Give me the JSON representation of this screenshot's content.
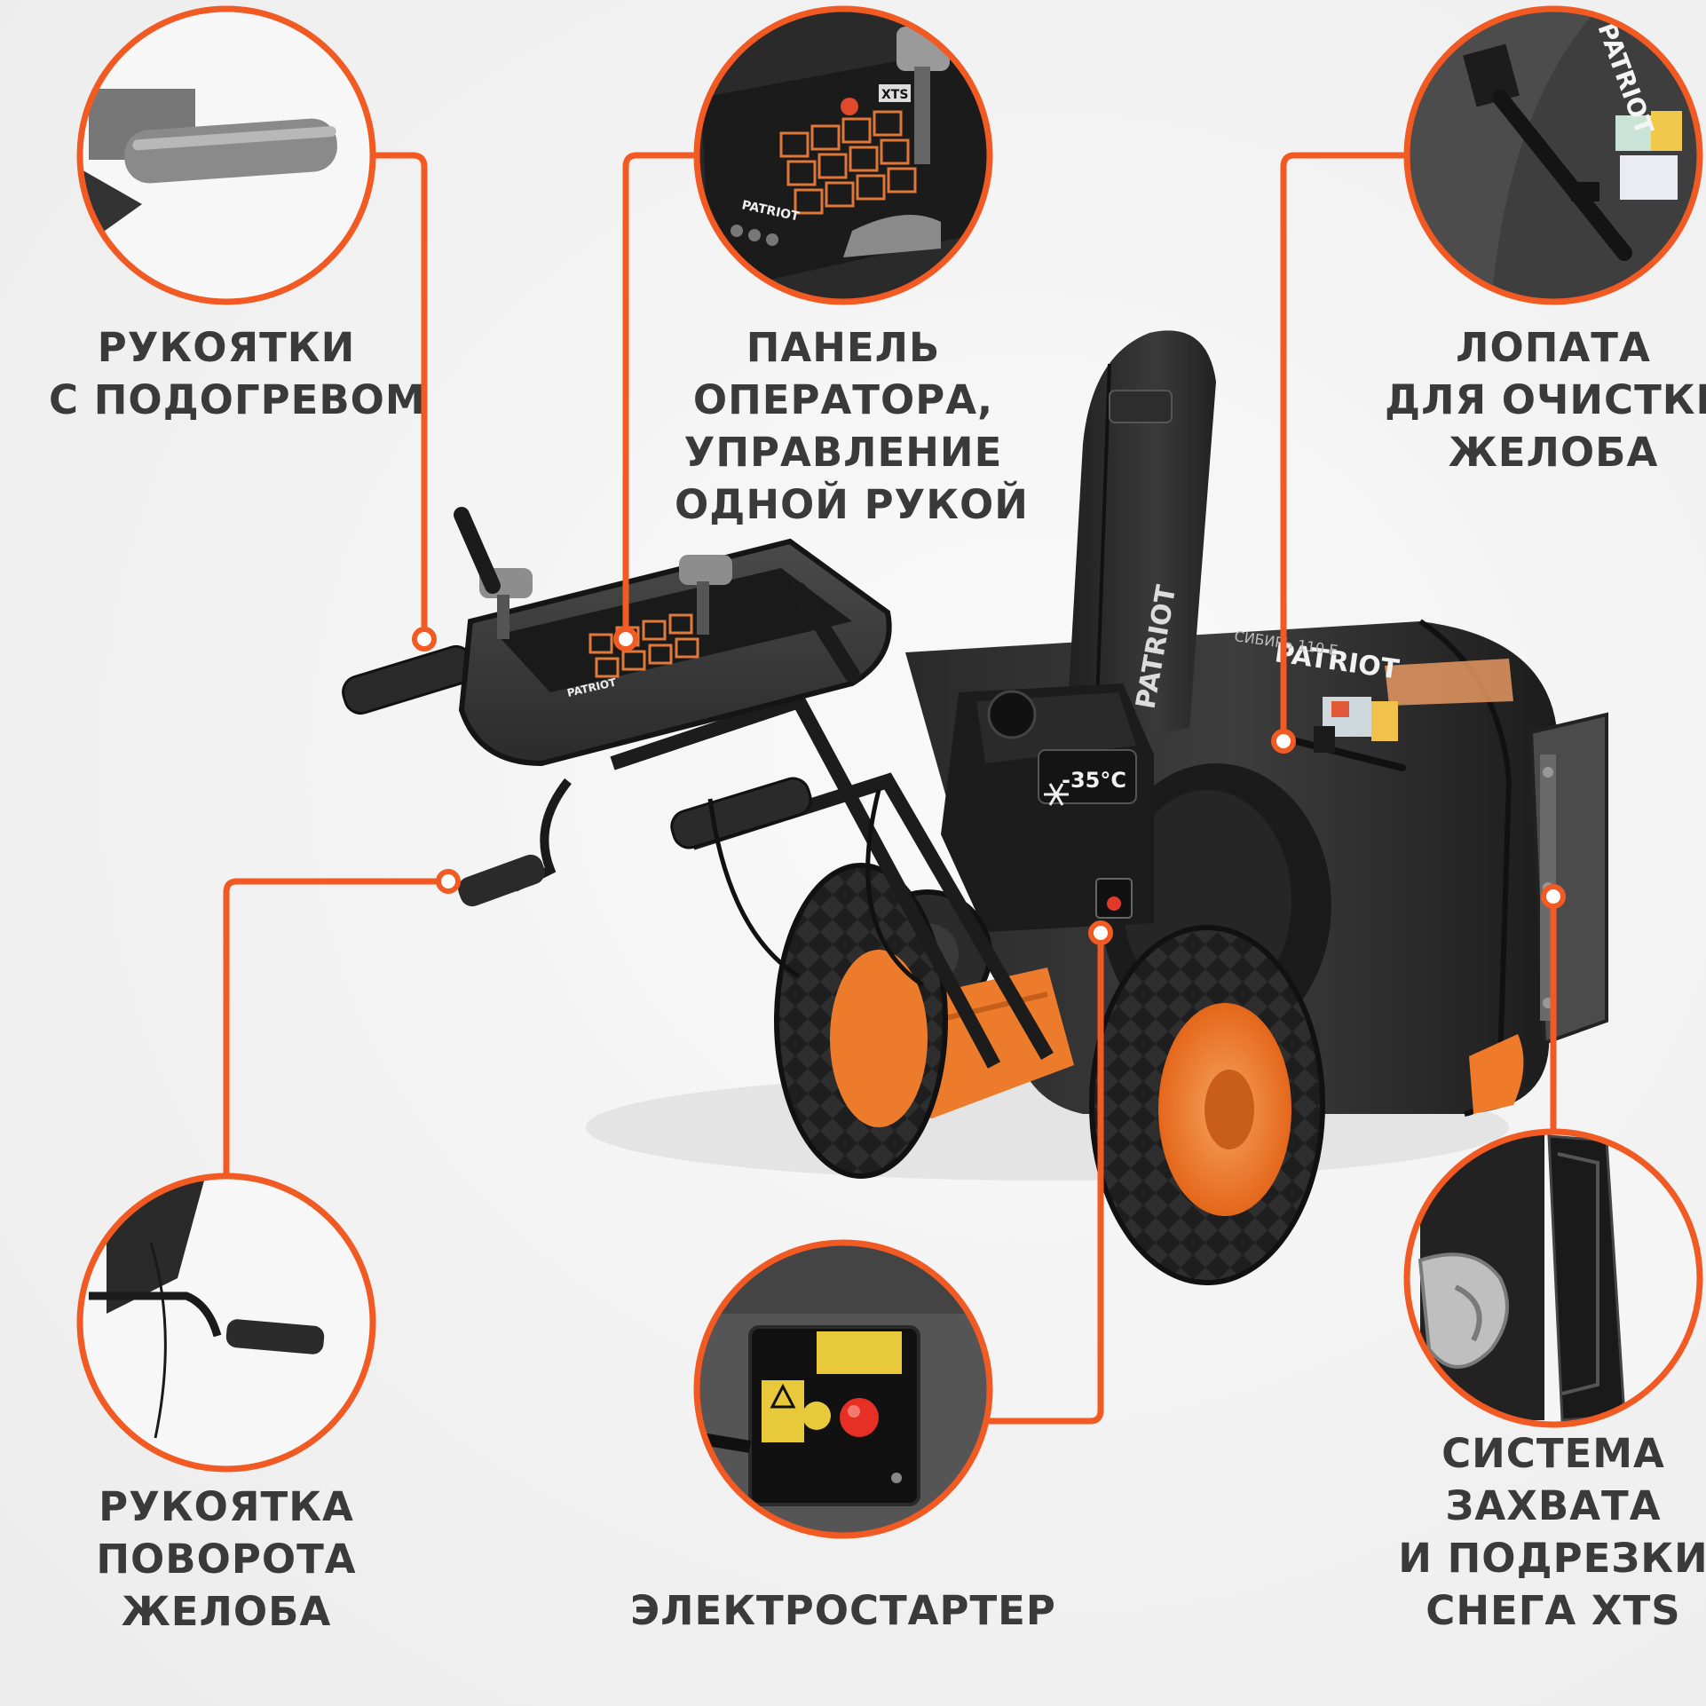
{
  "accent_color": "#f15a22",
  "callouts": [
    {
      "id": "heated-handles",
      "lines": [
        "РУКОЯТКИ",
        "С ПОДОГРЕВОМ"
      ]
    },
    {
      "id": "operator-panel",
      "lines": [
        "ПАНЕЛЬ",
        "ОПЕРАТОРА,",
        "УПРАВЛЕНИЕ",
        "ОДНОЙ РУКОЙ"
      ]
    },
    {
      "id": "chute-cleaning-shovel",
      "lines": [
        "ЛОПАТА",
        "ДЛЯ ОЧИСТКИ",
        "ЖЕЛОБА"
      ]
    },
    {
      "id": "chute-rotation-handle",
      "lines": [
        "РУКОЯТКА",
        "ПОВОРОТА",
        "ЖЕЛОБА"
      ]
    },
    {
      "id": "electric-starter",
      "lines": [
        "ЭЛЕКТРОСТАРТЕР"
      ]
    },
    {
      "id": "xts-system",
      "lines": [
        "СИСТЕМА",
        "ЗАХВАТА",
        "И ПОДРЕЗКИ",
        "СНЕГА XTS"
      ]
    }
  ],
  "product": {
    "brand": "PATRIOT",
    "model": "СИБИРЬ 110 Е",
    "temperature_badge": "-35°C",
    "panel_brand": "PATRIOT",
    "panel_badge": "XTS"
  },
  "icons": {
    "snowflake": "snowflake-icon",
    "start_button": "start-button-icon"
  }
}
